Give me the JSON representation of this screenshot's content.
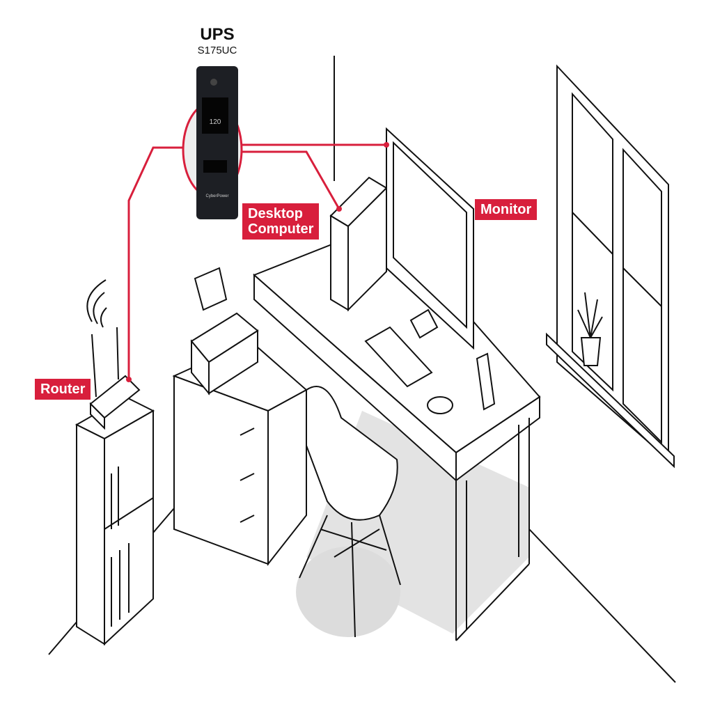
{
  "ups": {
    "title": "UPS",
    "model": "S175UC",
    "display_value": "120",
    "brand": "CyberPower"
  },
  "labels": {
    "desktop": "Desktop\nComputer",
    "desktop_line1": "Desktop",
    "desktop_line2": "Computer",
    "monitor": "Monitor",
    "router": "Router"
  },
  "colors": {
    "accent": "#d81f3c",
    "line": "#111111",
    "shadow": "#dcdcdc"
  }
}
